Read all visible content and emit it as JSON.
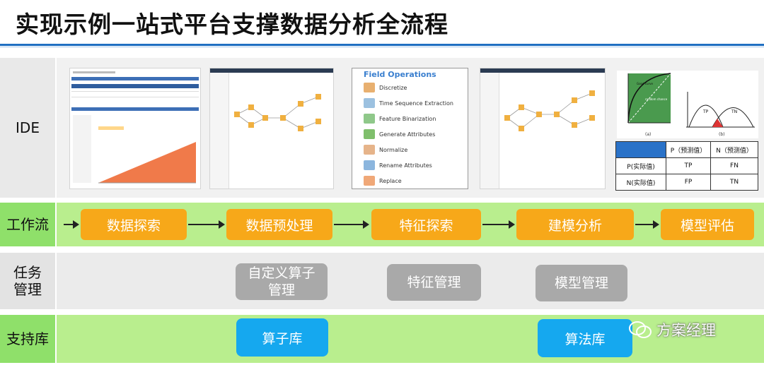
{
  "title": "实现示例一站式平台支撑数据分析全流程",
  "rows": {
    "ide": "IDE",
    "workflow": "工作流",
    "task_line1": "任务",
    "task_line2": "管理",
    "library": "支持库"
  },
  "workflow_steps": [
    "数据探索",
    "数据预处理",
    "特征探索",
    "建模分析",
    "模型评估"
  ],
  "task_boxes": {
    "custom_op_line1": "自定义算子",
    "custom_op_line2": "管理",
    "feature_mgmt": "特征管理",
    "model_mgmt": "模型管理"
  },
  "library_boxes": {
    "operator_lib": "算子库",
    "algorithm_lib": "算法库"
  },
  "field_operations": {
    "title": "Field Operations",
    "items": [
      "Discretize",
      "Time Sequence Extraction",
      "Feature Binarization",
      "Generate Attributes",
      "Normalize",
      "Rename Attributes",
      "Replace"
    ]
  },
  "confusion_matrix": {
    "col_p": "P（预测值）",
    "col_n": "N（预测值）",
    "row_p": "P(实际值)",
    "row_n": "N(实际值)",
    "tp": "TP",
    "fn": "FN",
    "fp": "FP",
    "tn": "TN"
  },
  "roc_text": {
    "curve1": "Good curve",
    "curve2": "random chance",
    "label_a": "(a)",
    "label_b": "(b)",
    "tp": "TP",
    "tn": "TN"
  },
  "watermark": "方案经理",
  "colors": {
    "accent_blue": "#1f6fc2",
    "step_orange": "#f7a819",
    "task_grey": "#a9a9a9",
    "lib_blue": "#15a8ef",
    "band_green": "#b9ee8e"
  }
}
